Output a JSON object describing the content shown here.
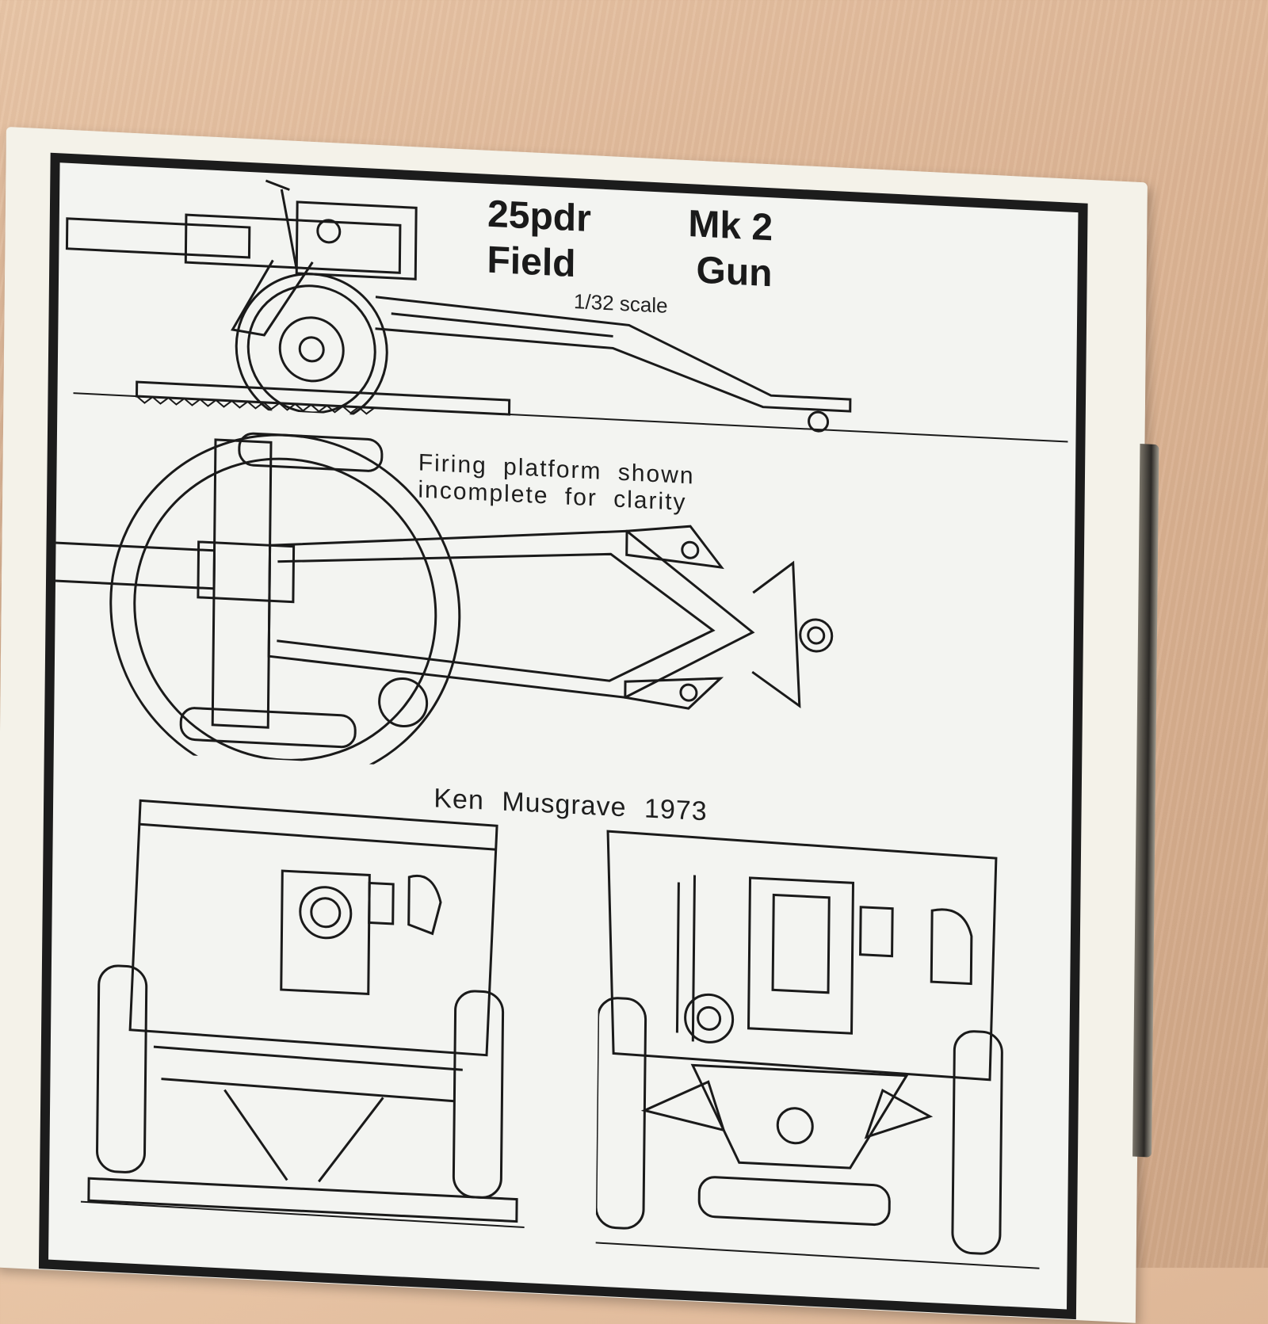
{
  "title": {
    "line1_left": "25pdr",
    "line1_right": "Mk 2",
    "line2_left": "Field",
    "line2_right": "Gun"
  },
  "scale": "1/32 scale",
  "note": {
    "line1": "Firing platform shown",
    "line2": "incomplete for clarity"
  },
  "credit": "Ken Musgrave 1973"
}
